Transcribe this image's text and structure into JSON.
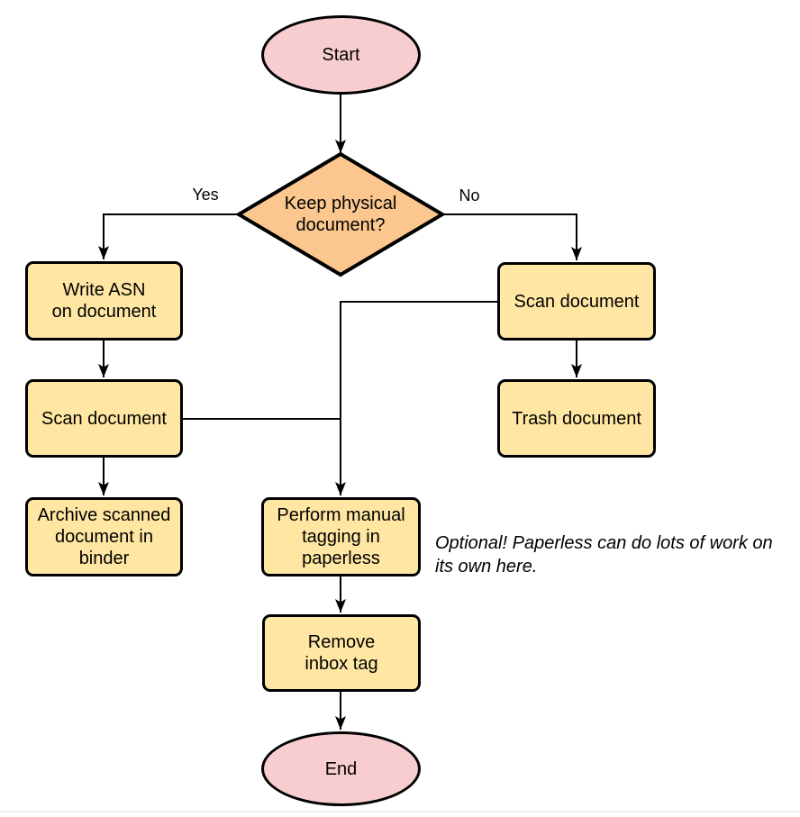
{
  "diagram": {
    "nodes": {
      "start": "Start",
      "decision": "Keep physical\ndocument?",
      "write_asn": "Write ASN\non document",
      "scan_left": "Scan document",
      "archive": "Archive scanned\ndocument in\nbinder",
      "scan_right": "Scan document",
      "trash": "Trash document",
      "tagging": "Perform manual\ntagging in\npaperless",
      "remove_inbox": "Remove\ninbox tag",
      "end": "End"
    },
    "edge_labels": {
      "yes": "Yes",
      "no": "No"
    },
    "note": "Optional! Paperless can do lots of work on\nits own here.",
    "colors": {
      "terminal_fill": "#f8cdd0",
      "decision_fill": "#fbc78f",
      "process_fill": "#ffe7a3",
      "stroke": "#000000"
    }
  }
}
